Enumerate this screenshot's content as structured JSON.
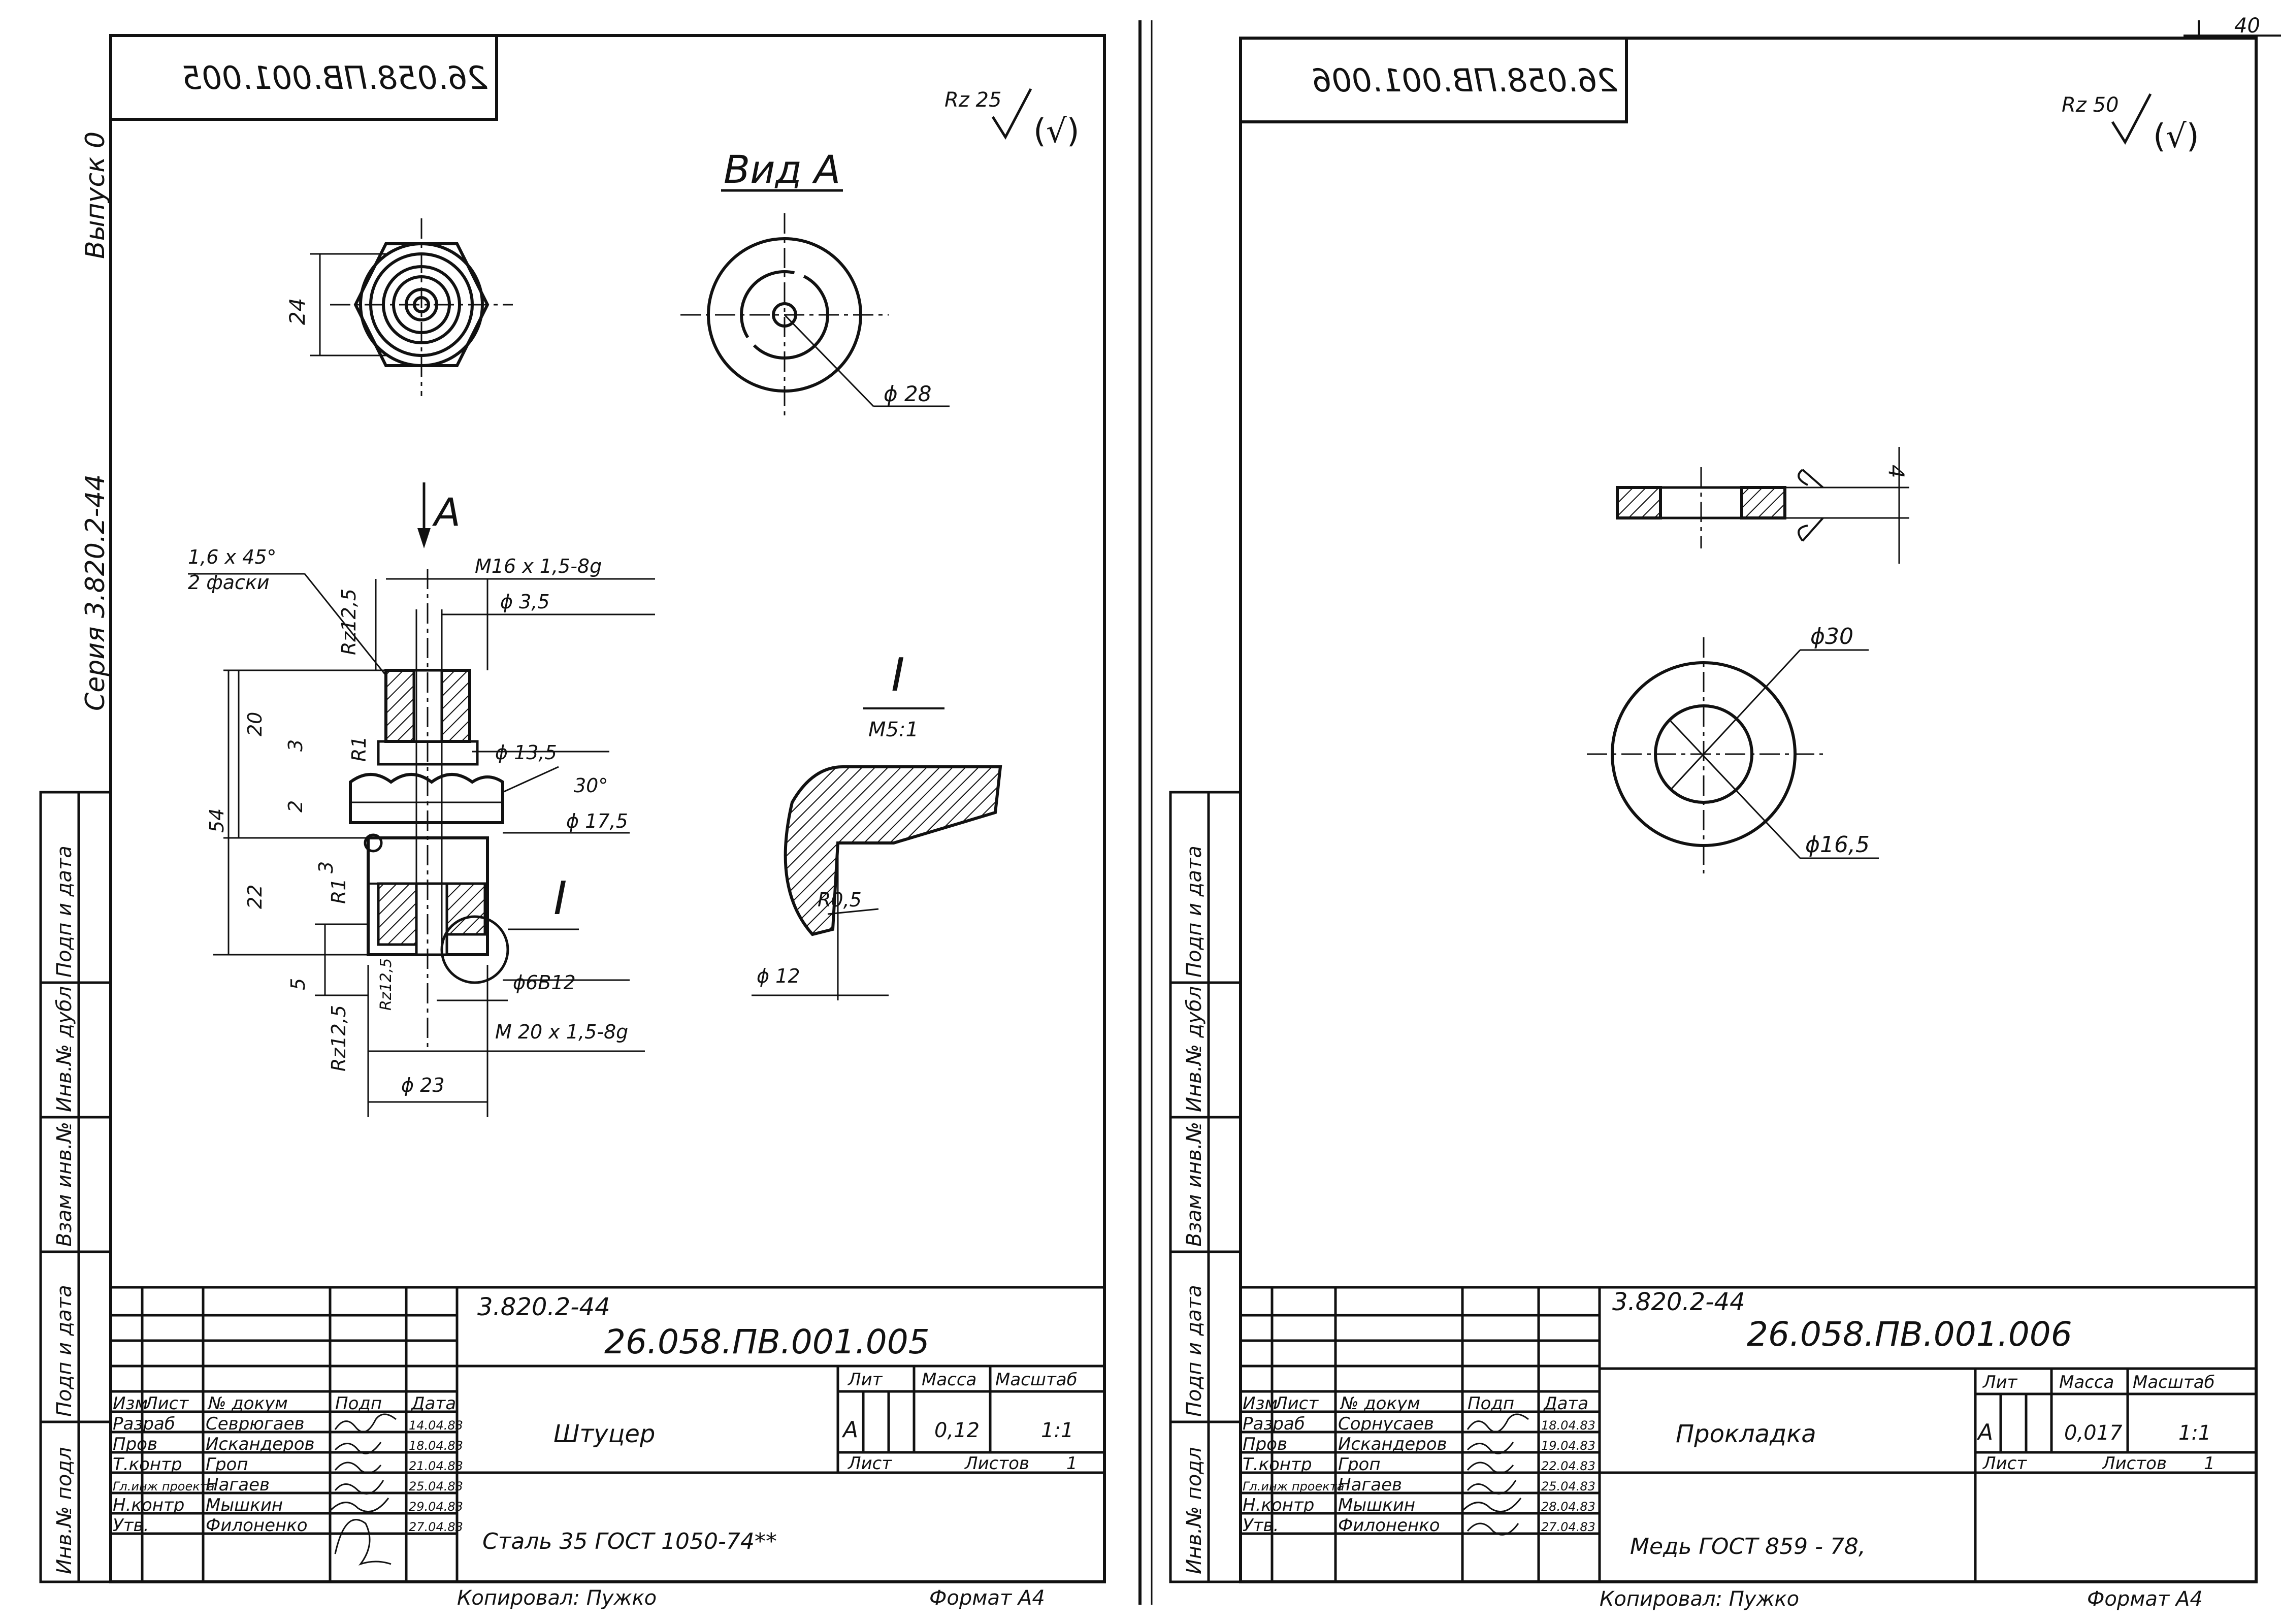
{
  "page_number": "40",
  "left_margin": {
    "vypusk": "Выпуск 0",
    "seria": "Серия 3.820.2-44",
    "side_cells": [
      "Подп и дата",
      "Инв.№ дубл",
      "Взам инв.№",
      "Подп и дата",
      "Инв.№ подл"
    ]
  },
  "sheets": [
    {
      "id": "left",
      "mirrored_code": "26.058.ПВ.001.005",
      "roughness": "Rz 25",
      "roughness_sub": "(√)",
      "view_label": "Вид А",
      "section_marker": "А",
      "detail_label": "I",
      "detail_scale": "М5:1",
      "dims": {
        "d24": "24",
        "d28": "ϕ 28",
        "chamfer": "1,6 x 45°",
        "chamfer2": "2 фаски",
        "thread_top": "М16 x 1,5-8g",
        "d35": "ϕ 3,5",
        "rz125a": "Rz12,5",
        "rz125b": "Rz12,5",
        "d20": "20",
        "d3a": "3",
        "r1a": "R1",
        "d135": "ϕ 13,5",
        "d2": "2",
        "a30": "30°",
        "d54": "54",
        "d175": "ϕ 17,5",
        "d3b": "3",
        "r1b": "R1",
        "d22": "22",
        "d5": "5",
        "rz125c": "Rz12,5",
        "d6b12": "ϕ6В12",
        "thread_bot": "М 20 x 1,5-8g",
        "d23": "ϕ 23",
        "r05": "R0,5",
        "d12": "ϕ 12"
      },
      "title_block": {
        "series": "3.820.2-44",
        "doc_code": "26.058.ПВ.001.005",
        "name": "Штуцер",
        "material": "Сталь 35  ГОСТ 1050-74**",
        "col_headers": [
          "Изм",
          "Лист",
          "№ докум",
          "Подп",
          "Дата"
        ],
        "roles": [
          "Разраб",
          "Пров",
          "Т.контр",
          "Гл.инж проекта",
          "Н.контр",
          "Утв."
        ],
        "names": [
          "Севрюгаев",
          "Искандеров",
          "Гроп",
          "Нагаев",
          "Мышкин",
          "Филоненко"
        ],
        "dates": [
          "14.04.83",
          "18.04.83",
          "21.04.83",
          "25.04.83",
          "29.04.83",
          "27.04.83"
        ],
        "lit_label": "Лит",
        "mass_label": "Масса",
        "scale_label": "Масштаб",
        "lit": "А",
        "mass": "0,12",
        "scale": "1:1",
        "sheet_label": "Лист",
        "sheets_label": "Листов",
        "sheets_count": "1"
      },
      "copied": "Копировал:  Пужко",
      "format": "Формат А4"
    },
    {
      "id": "right",
      "mirrored_code": "26.058.ПВ.001.006",
      "roughness": "Rz 50",
      "roughness_sub": "(√)",
      "dims": {
        "d4": "4",
        "d30": "ϕ30",
        "d165": "ϕ16,5"
      },
      "title_block": {
        "series": "3.820.2-44",
        "doc_code": "26.058.ПВ.001.006",
        "name": "Прокладка",
        "material": "Медь  ГОСТ  859 - 78,",
        "col_headers": [
          "Изм",
          "Лист",
          "№ докум",
          "Подп",
          "Дата"
        ],
        "roles": [
          "Разраб",
          "Пров",
          "Т.контр",
          "Гл.инж проекта",
          "Н.контр",
          "Утв."
        ],
        "names": [
          "Сорнусаев",
          "Искандеров",
          "Гроп",
          "Нагаев",
          "Мышкин",
          "Филоненко"
        ],
        "dates": [
          "18.04.83",
          "19.04.83",
          "22.04.83",
          "25.04.83",
          "28.04.83",
          "27.04.83"
        ],
        "lit_label": "Лит",
        "mass_label": "Масса",
        "scale_label": "Масштаб",
        "lit": "А",
        "mass": "0,017",
        "scale": "1:1",
        "sheet_label": "Лист",
        "sheets_label": "Листов",
        "sheets_count": "1"
      },
      "copied": "Копировал:  Пужко",
      "format": "Формат А4"
    }
  ]
}
